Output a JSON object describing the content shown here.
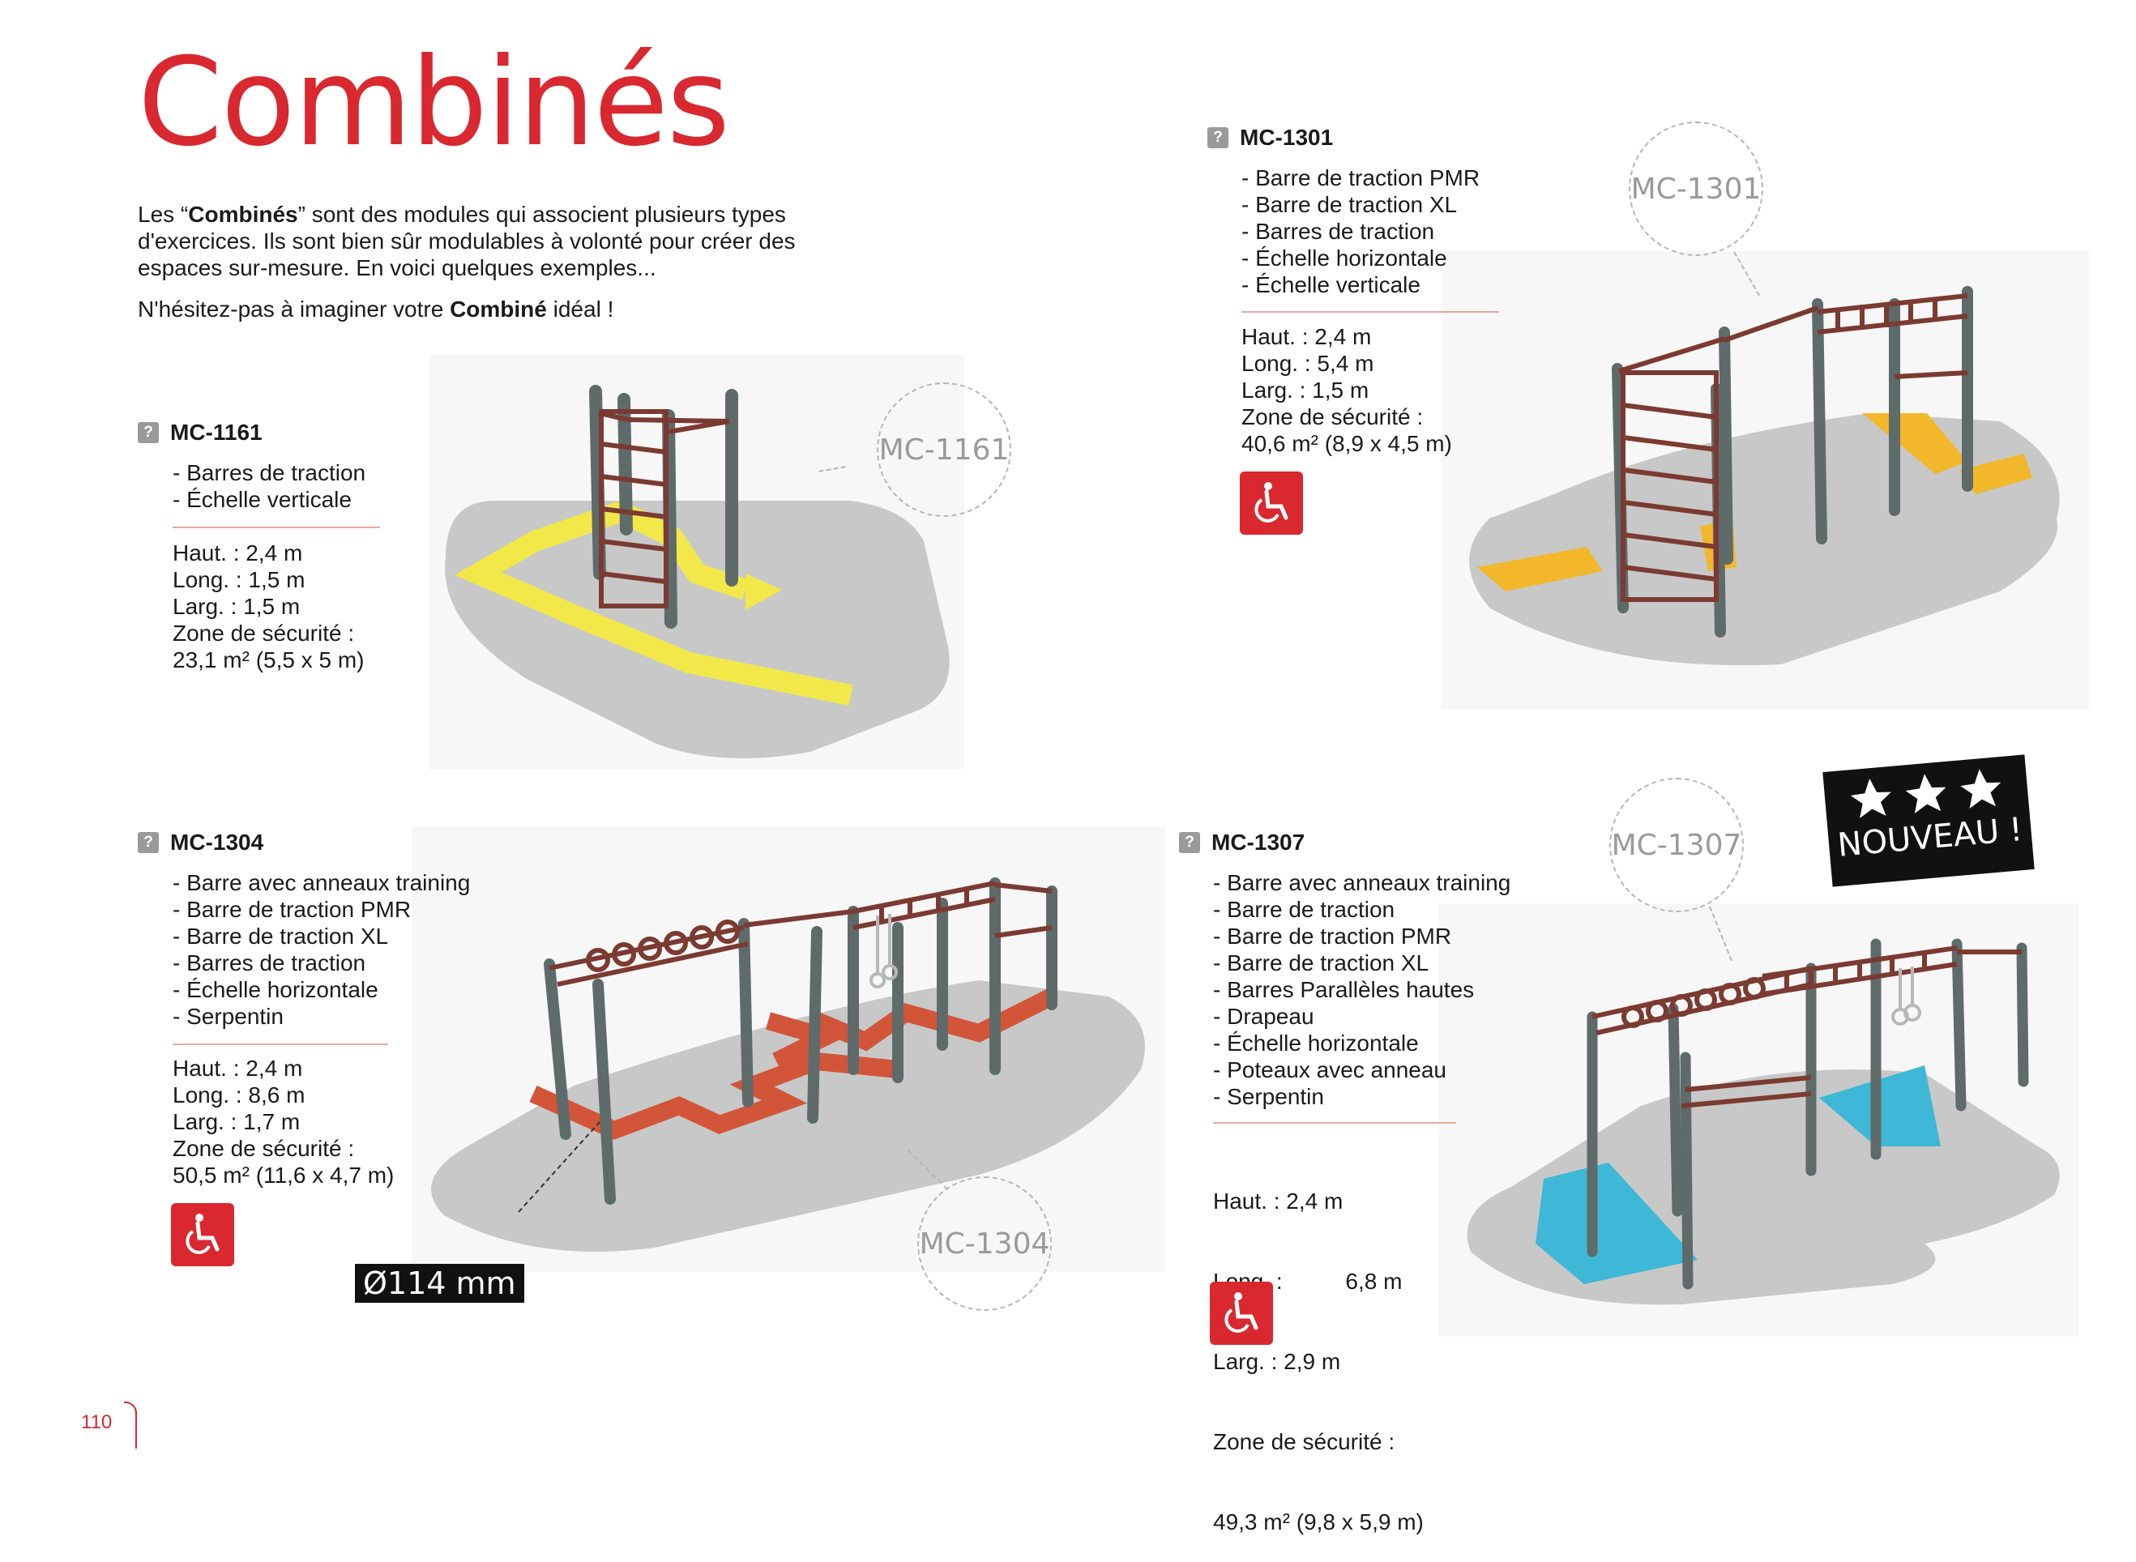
{
  "page": {
    "title": "Combinés",
    "page_number": "110",
    "accent": "#d9282f"
  },
  "intro": {
    "p1_before": "Les “",
    "p1_bold": "Combinés",
    "p1_after": "” sont des modules qui associent plusieurs types d'exercices. Ils sont bien sûr modulables à volonté pour créer des espaces sur-mesure. En voici quelques exemples...",
    "p2_before": "N'hésitez-pas à imaginer votre ",
    "p2_bold": "Combiné",
    "p2_after": " idéal !"
  },
  "products": {
    "mc1161": {
      "code": "MC-1161",
      "bubble": "MC-1161",
      "features": [
        "- Barres de traction",
        "- Échelle verticale"
      ],
      "specs": [
        "Haut. : 2,4 m",
        "Long. : 1,5 m",
        "Larg. : 1,5 m",
        "Zone de sécurité :",
        "23,1 m² (5,5 x 5 m)"
      ],
      "floor_marking_color": "#f3e84a"
    },
    "mc1301": {
      "code": "MC-1301",
      "bubble": "MC-1301",
      "features": [
        "- Barre de traction PMR",
        "- Barre de traction XL",
        "- Barres de traction",
        "- Échelle horizontale",
        "- Échelle verticale"
      ],
      "specs": [
        "Haut. : 2,4 m",
        "Long. : 5,4 m",
        "Larg. : 1,5 m",
        "Zone de sécurité :",
        "40,6 m² (8,9 x 4,5 m)"
      ],
      "floor_marking_color": "#f2b72a",
      "accessible": true
    },
    "mc1304": {
      "code": "MC-1304",
      "bubble": "MC-1304",
      "features": [
        "- Barre avec anneaux training",
        "- Barre de traction PMR",
        "- Barre de traction XL",
        "- Barres de traction",
        "- Échelle horizontale",
        "- Serpentin"
      ],
      "specs": [
        "Haut. : 2,4 m",
        "Long. : 8,6 m",
        "Larg. : 1,7 m",
        "Zone de sécurité :",
        "50,5 m² (11,6 x 4,7 m)"
      ],
      "diameter_label": "Ø114 mm",
      "floor_marking_color": "#d2553a",
      "accessible": true
    },
    "mc1307": {
      "code": "MC-1307",
      "bubble": "MC-1307",
      "features": [
        "- Barre avec anneaux training",
        "- Barre de traction",
        "- Barre de traction PMR",
        "- Barre de traction XL",
        "- Barres Parallèles hautes",
        "- Drapeau",
        "- Échelle horizontale",
        "- Poteaux avec anneau",
        "- Serpentin"
      ],
      "specs": [
        "Haut. : 2,4 m",
        "Long. :          6,8 m",
        "Larg. : 2,9 m",
        "Zone de sécurité :",
        "49,3 m² (9,8 x 5,9 m)"
      ],
      "badge": "NOUVEAU !",
      "floor_marking_color": "#3fb7d6",
      "accessible": true
    }
  },
  "icons": {
    "question": "question-mark-icon",
    "accessibility": "wheelchair-icon",
    "star": "star-icon"
  }
}
